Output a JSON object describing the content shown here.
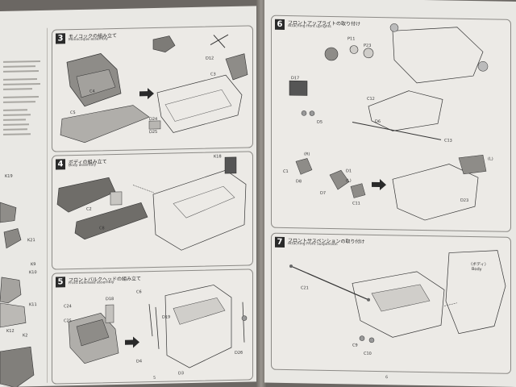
{
  "left_page": {
    "page_number": "5",
    "side_labels": [
      "K19",
      "K21",
      "K9",
      "K10",
      "K11",
      "K12",
      "K2"
    ],
    "steps": [
      {
        "number": "3",
        "title": "モノコックの組み立て",
        "subtitle": "Monocoque assembly",
        "parts": [
          "D12",
          "C3",
          "C4",
          "C5",
          "D24",
          "D25"
        ]
      },
      {
        "number": "4",
        "title": "ボディの組み立て",
        "subtitle": "Body assembly",
        "parts": [
          "C2",
          "C8",
          "K18"
        ]
      },
      {
        "number": "5",
        "title": "フロントバルクヘッドの組み立て",
        "subtitle": "Front bulkhead assembly",
        "parts": [
          "C6",
          "C24",
          "C25",
          "D18",
          "D19",
          "D4",
          "D3",
          "D26"
        ]
      }
    ]
  },
  "right_page": {
    "page_number": "6",
    "steps": [
      {
        "number": "6",
        "title": "フロントアップライトの取り付け",
        "subtitle": "Attaching front uprights",
        "parts": [
          "P11",
          "P23",
          "D17",
          "C12",
          "C13",
          "D5",
          "D6",
          "D1",
          "D8",
          "D7",
          "C11",
          "C1",
          "D23"
        ],
        "callouts": [
          "(R)",
          "(L)",
          "(L)"
        ]
      },
      {
        "number": "7",
        "title": "フロントサスペンションの取り付け",
        "subtitle": "Attaching Front Suspension",
        "parts": [
          "C21",
          "C9",
          "C10"
        ],
        "callouts": [
          "〈ボディ〉",
          "Body"
        ]
      }
    ]
  }
}
